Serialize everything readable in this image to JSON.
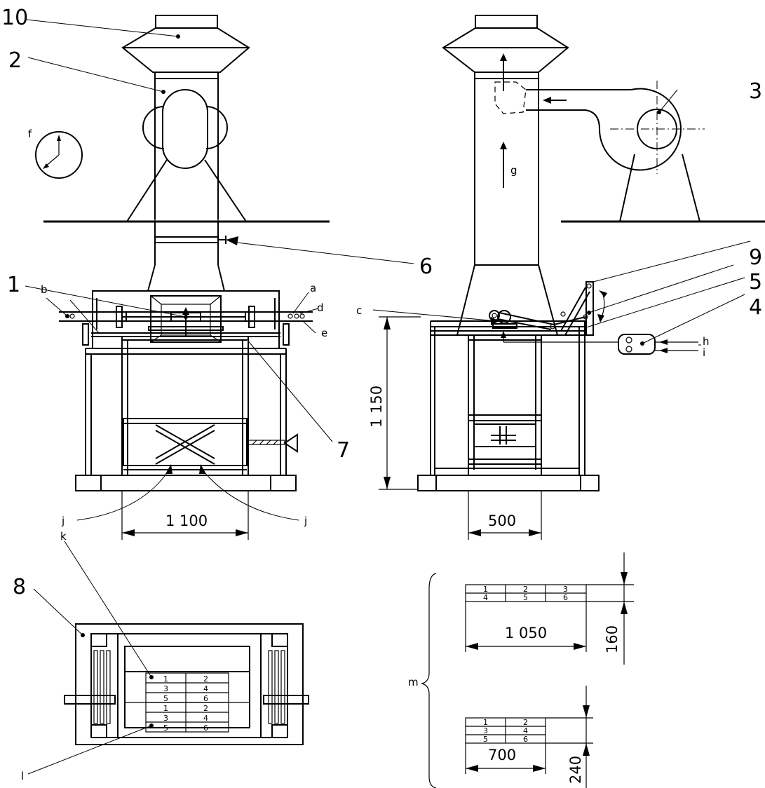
{
  "callouts": {
    "n1": "1",
    "n2": "2",
    "n3": "3",
    "n4": "4",
    "n5": "5",
    "n6": "6",
    "n7": "7",
    "n8": "8",
    "n9": "9",
    "n10": "10"
  },
  "letters": {
    "a": "a",
    "b": "b",
    "c": "c",
    "d": "d",
    "e": "e",
    "f": "f",
    "g": "g",
    "h": "h",
    "i": "i",
    "j": "j",
    "k": "k",
    "l": "l",
    "m": "m"
  },
  "dimensions": {
    "width_front": "1 100",
    "height_side": "1 150",
    "width_side": "500",
    "layout_a_width": "1 050",
    "layout_a_height": "160",
    "layout_b_width": "700",
    "layout_b_height": "240"
  },
  "layout_a_cells": [
    [
      "1",
      "2",
      "3"
    ],
    [
      "4",
      "5",
      "6"
    ]
  ],
  "layout_b_cells": [
    [
      "1",
      "2"
    ],
    [
      "3",
      "4"
    ],
    [
      "5",
      "6"
    ]
  ],
  "plan_cells": [
    [
      "1",
      "2"
    ],
    [
      "3",
      "4"
    ],
    [
      "5",
      "6"
    ],
    [
      "1",
      "2"
    ],
    [
      "3",
      "4"
    ],
    [
      "5",
      "6"
    ]
  ]
}
